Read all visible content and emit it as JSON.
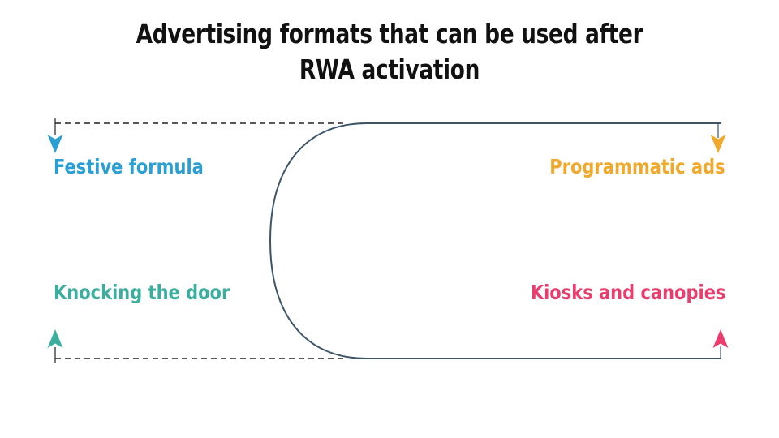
{
  "slide": {
    "background_color": "#ffffff",
    "title": "Advertising formats that can be used after\nRWA activation",
    "title_color": "#111111"
  },
  "diagram": {
    "type": "u-shaped-timeline",
    "path_color": "#3d5568",
    "path_stroke_width": 2,
    "dashed_color": "#222222",
    "nodes": [
      {
        "id": "festive-formula",
        "label": "Festive formula",
        "color": "#2b9fd4",
        "position": "top-left",
        "marker": "down-arrow-icon"
      },
      {
        "id": "programmatic-ads",
        "label": "Programmatic ads",
        "color": "#f0a92c",
        "position": "top-right",
        "marker": "down-arrow-icon"
      },
      {
        "id": "knocking-the-door",
        "label": "Knocking the door",
        "color": "#3bae9e",
        "position": "bottom-left",
        "marker": "up-arrow-icon"
      },
      {
        "id": "kiosks-and-canopies",
        "label": "Kiosks and canopies",
        "color": "#ea3d6e",
        "position": "bottom-right",
        "marker": "up-arrow-icon"
      }
    ]
  }
}
